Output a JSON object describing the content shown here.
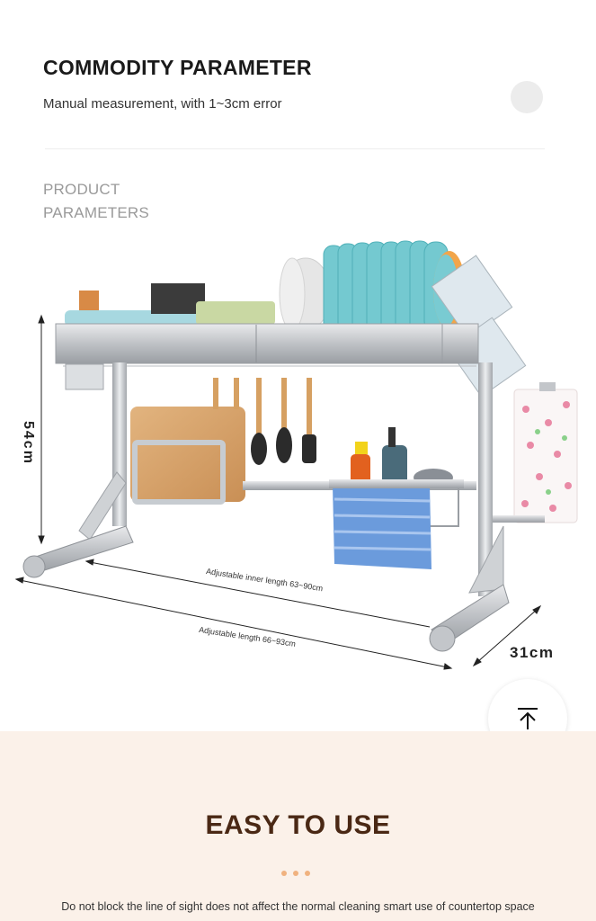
{
  "header": {
    "title": "COMMODITY PARAMETER",
    "subtitle": "Manual measurement, with 1~3cm error"
  },
  "product": {
    "label_line1": "PRODUCT",
    "label_line2": "PARAMETERS"
  },
  "dimensions": {
    "height": "54cm",
    "depth": "31cm",
    "inner_length": "Adjustable inner length 63~90cm",
    "outer_length": "Adjustable length 66~93cm"
  },
  "back_to_top_icon": "arrow-up-to-top-icon",
  "easy_section": {
    "title": "EASY TO USE",
    "description": "Do not block the line of sight does not affect the normal cleaning smart use of countertop space"
  },
  "colors": {
    "section_bg": "#fbf1e9",
    "title_brown": "#4a2814",
    "dot_orange": "#f0b27f",
    "plate_teal": "#6fc8cf",
    "towel_blue": "#5b8fd3"
  }
}
